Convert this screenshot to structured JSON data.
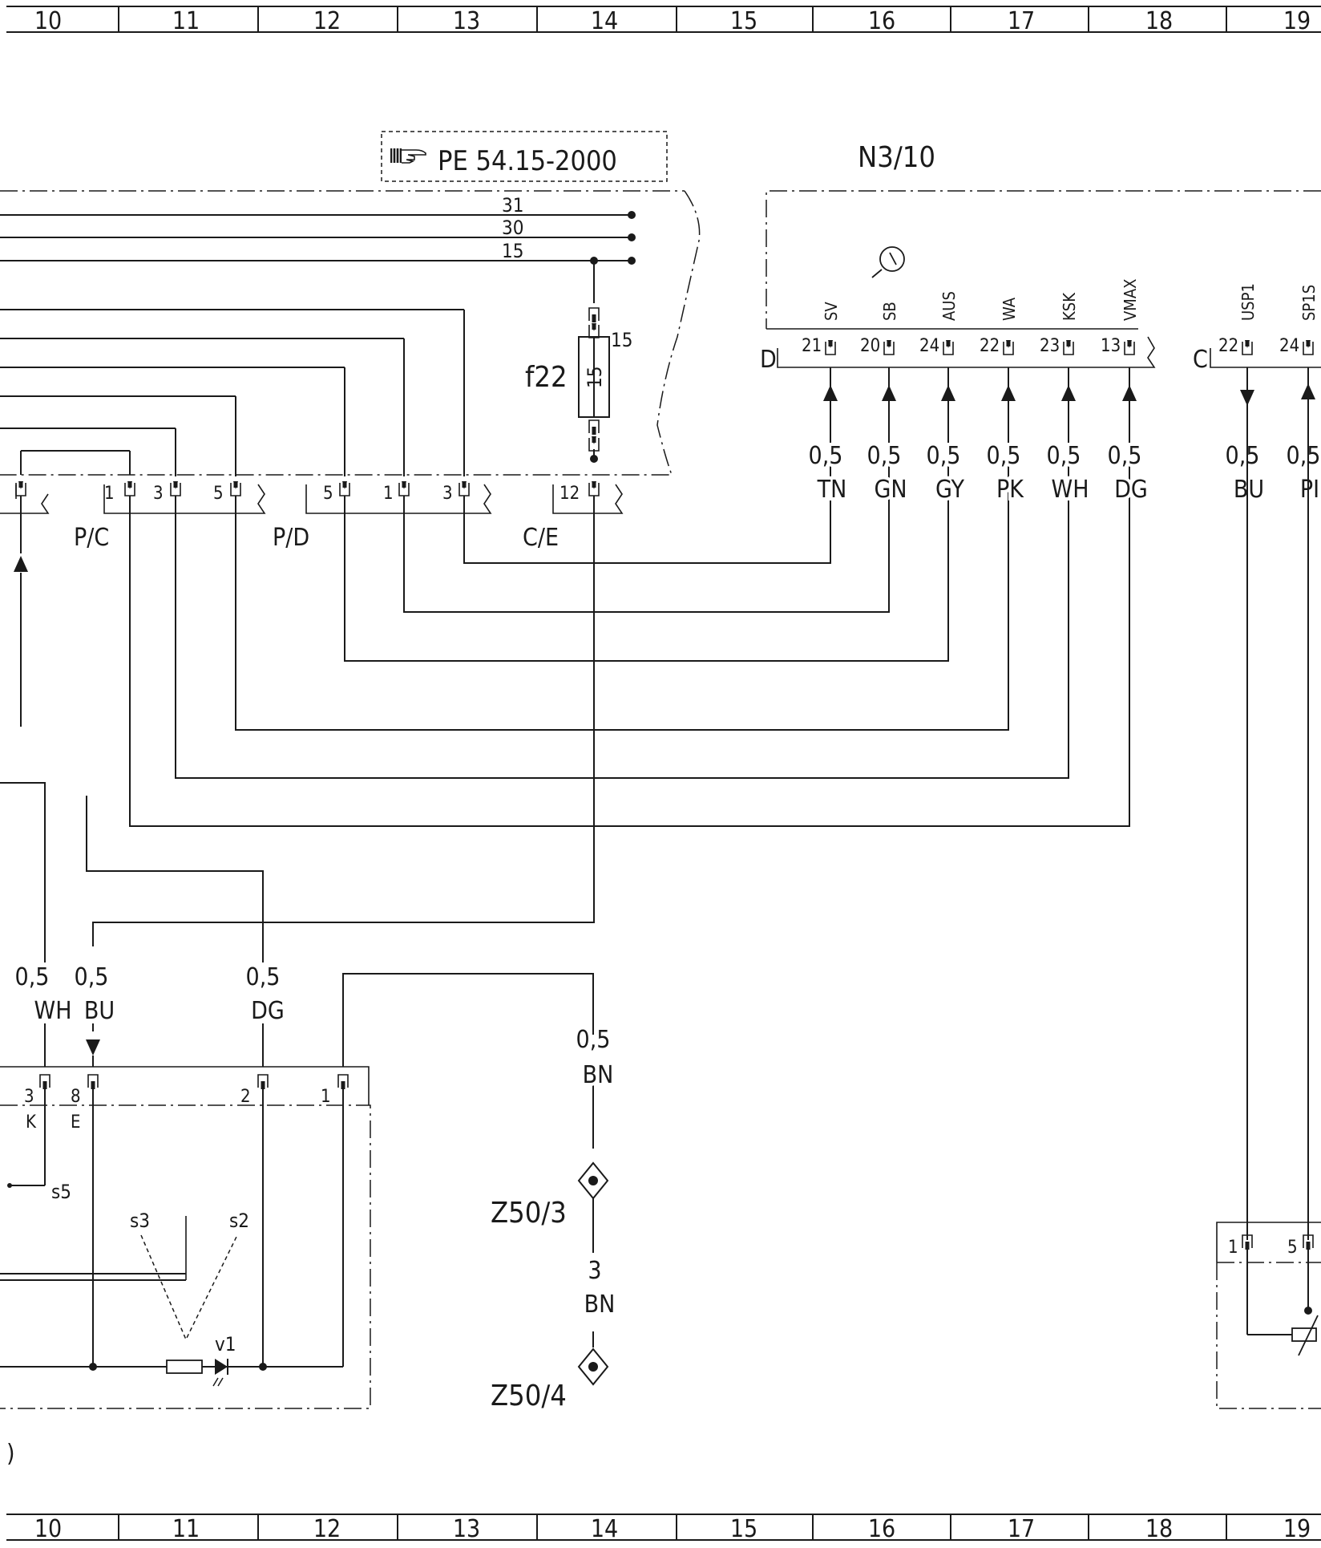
{
  "ruler": {
    "columns": [
      "10",
      "11",
      "12",
      "13",
      "14",
      "15",
      "16",
      "17",
      "18",
      "19"
    ]
  },
  "reference": {
    "text": "PE 54.15-2000",
    "icon": "pointing-hand-icon"
  },
  "power_lines": [
    "31",
    "30",
    "15"
  ],
  "fuse": {
    "name": "f22",
    "rating": "15",
    "pin_label": "15"
  },
  "module": {
    "name": "N3/10",
    "connector_d": "D",
    "connector_c": "C",
    "pins_d": [
      {
        "pin": "21",
        "signal": "SV",
        "gauge": "0,5",
        "color": "TN"
      },
      {
        "pin": "20",
        "signal": "SB",
        "gauge": "0,5",
        "color": "GN"
      },
      {
        "pin": "24",
        "signal": "AUS",
        "gauge": "0,5",
        "color": "GY"
      },
      {
        "pin": "22",
        "signal": "WA",
        "gauge": "0,5",
        "color": "PK"
      },
      {
        "pin": "23",
        "signal": "KSK",
        "gauge": "0,5",
        "color": "WH"
      },
      {
        "pin": "13",
        "signal": "VMAX",
        "gauge": "0,5",
        "color": "DG"
      }
    ],
    "pins_c": [
      {
        "pin": "22",
        "signal": "USP1",
        "gauge": "0,5",
        "color": "BU"
      },
      {
        "pin": "24",
        "signal": "SP1S",
        "gauge": "0,5",
        "color": "PI"
      }
    ]
  },
  "connectors_mid": {
    "pc": {
      "label": "P/C",
      "pins": [
        "1",
        "3",
        "5"
      ]
    },
    "pd": {
      "label": "P/D",
      "pins": [
        "5",
        "1",
        "3"
      ]
    },
    "ce": {
      "label": "C/E",
      "pins": [
        "12"
      ]
    }
  },
  "lower_wires": [
    {
      "gauge": "0,5",
      "color": "WH"
    },
    {
      "gauge": "0,5",
      "color": "BU"
    },
    {
      "gauge": "0,5",
      "color": "DG"
    }
  ],
  "switch_block": {
    "pins": [
      "3",
      "8",
      "2",
      "1"
    ],
    "sub_k": "K",
    "sub_e": "E",
    "s5": "s5",
    "s3": "s3",
    "s2": "s2",
    "v1": "v1"
  },
  "ground": {
    "wire1": {
      "gauge": "0,5",
      "color": "BN"
    },
    "wire2": {
      "gauge": "3",
      "color": "BN"
    },
    "z_upper": "Z50/3",
    "z_lower": "Z50/4"
  },
  "right_block": {
    "pins": [
      "1",
      "5"
    ]
  },
  "edge_mark": ")"
}
